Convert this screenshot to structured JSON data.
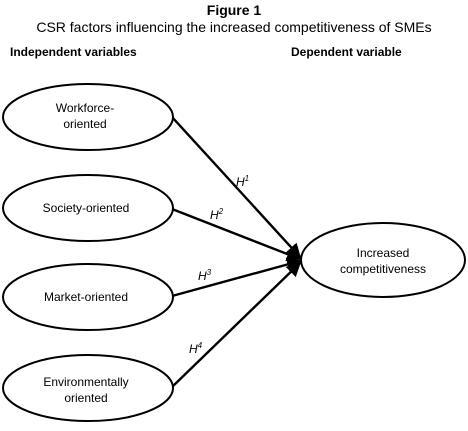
{
  "figure": {
    "label": "Figure 1",
    "title": "CSR factors influencing the increased competitiveness of SMEs"
  },
  "columns": {
    "independent": "Independent variables",
    "dependent": "Dependent variable"
  },
  "independent_variables": [
    {
      "lines": [
        "Workforce-",
        "oriented"
      ]
    },
    {
      "lines": [
        "Society-oriented"
      ]
    },
    {
      "lines": [
        "Market-oriented"
      ]
    },
    {
      "lines": [
        "Environmentally",
        "oriented"
      ]
    }
  ],
  "dependent_variable": {
    "lines": [
      "Increased",
      "competitiveness"
    ]
  },
  "hypotheses": [
    {
      "base": "H",
      "sup": "1"
    },
    {
      "base": "H",
      "sup": "2"
    },
    {
      "base": "H",
      "sup": "3"
    },
    {
      "base": "H",
      "sup": "4"
    }
  ]
}
